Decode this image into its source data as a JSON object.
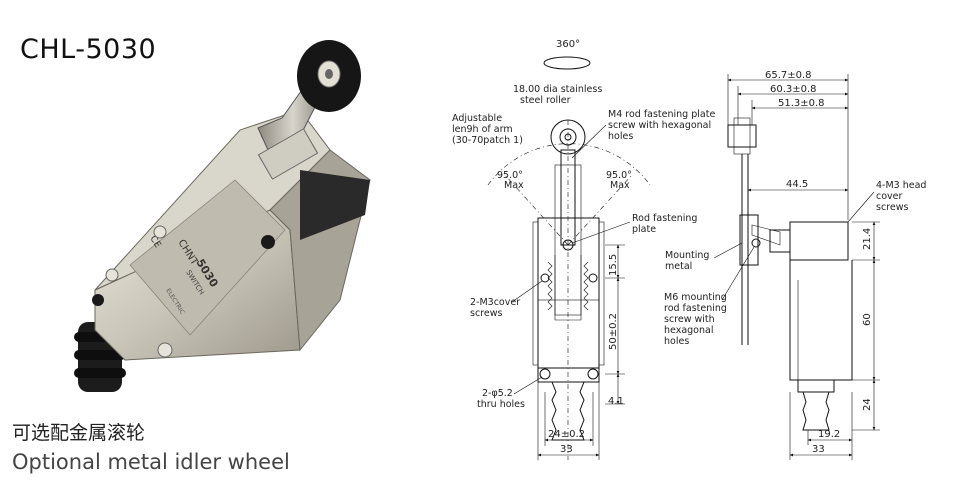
{
  "title": "CHL-5030",
  "caption_cn": "可选配金属滚轮",
  "caption_en": "Optional metal idler wheel",
  "product_marking": {
    "brand": "CHNT",
    "model": "5030",
    "text": "SWITCH",
    "maker": "ELECTRIC",
    "ce": "CE"
  },
  "front_view": {
    "rotation": "360°",
    "roller": "18.00 dia stainless steel roller",
    "arm": "Adjustable len9h of arm (30-70patch 1)",
    "angle_left": "95.0°",
    "angle_left_sub": "Max",
    "angle_right": "95.0°",
    "angle_right_sub": "Max",
    "m4_screw": "M4 rod fastening plate screw with hexagonal holes",
    "rod_plate": "Rod fastening plate",
    "cover_screws": "2-M3cover screws",
    "thru_holes": "2-φ5.2 thru holes",
    "dim_155": "15.5",
    "dim_50": "50±0.2",
    "dim_41": "4.1",
    "dim_24": "24±0.2",
    "dim_33": "33"
  },
  "side_view": {
    "dim_657": "65.7±0.8",
    "dim_603": "60.3±0.8",
    "dim_513": "51.3±0.8",
    "dim_445": "44.5",
    "head_screws": "4-M3 head cover screws",
    "mounting_metal": "Mounting metal",
    "m6_screw": "M6 mounting rod fastening screw with hexagonal holes",
    "dim_214": "21.4",
    "dim_60": "60",
    "dim_24": "24",
    "dim_192": "19.2",
    "dim_33": "33"
  }
}
